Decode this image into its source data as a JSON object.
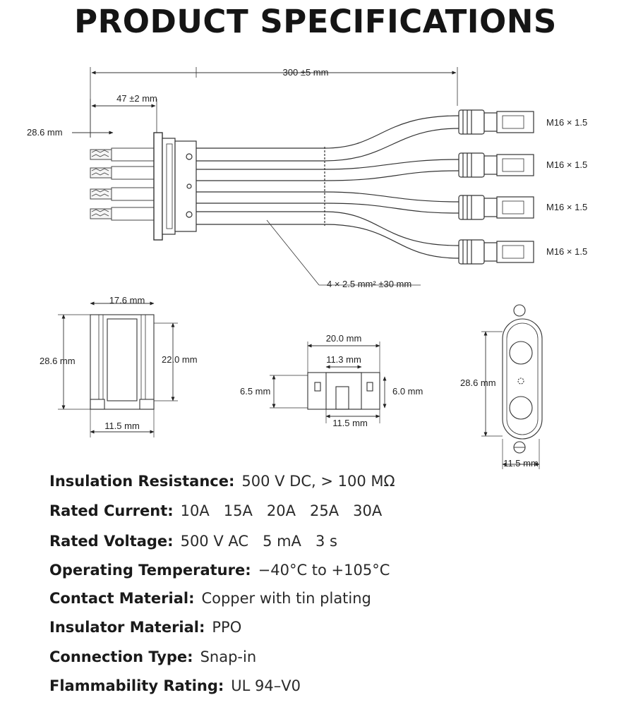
{
  "title": "PRODUCT SPECIFICATIONS",
  "dimensions": {
    "overall_length": "300 ±5 mm",
    "flange_length": "47 ±2 mm",
    "height_left": "28.6 mm",
    "connector_thread": "M16 × 1.5",
    "cable_spec": "4 × 2.5 mm² ±30 mm",
    "side_width_top": "17.6 mm",
    "side_height": "28.6 mm",
    "side_inner_height": "22.0 mm",
    "side_bottom": "11.5 mm",
    "end_width": "20.0 mm",
    "end_inner_width": "11.3 mm",
    "end_left_height": "6.5 mm",
    "end_right_height": "6.0 mm",
    "end_bottom": "11.5 mm",
    "front_height": "28.6 mm",
    "front_width": "11.5 mm"
  },
  "specs": [
    {
      "key": "Insulation Resistance:",
      "value": "500 V DC, > 100 MΩ"
    },
    {
      "key": "Rated Current:",
      "value": "10A   15A   20A   25A   30A"
    },
    {
      "key": "Rated Voltage:",
      "value": "500 V AC   5 mA   3 s"
    },
    {
      "key": "Operating Temperature:",
      "value": "−40°C to +105°C"
    },
    {
      "key": "Contact Material:",
      "value": "Copper with tin plating"
    },
    {
      "key": "Insulator Material:",
      "value": "PPO"
    },
    {
      "key": "Connection Type:",
      "value": "Snap-in"
    },
    {
      "key": "Flammability Rating:",
      "value": "UL 94–V0"
    }
  ]
}
